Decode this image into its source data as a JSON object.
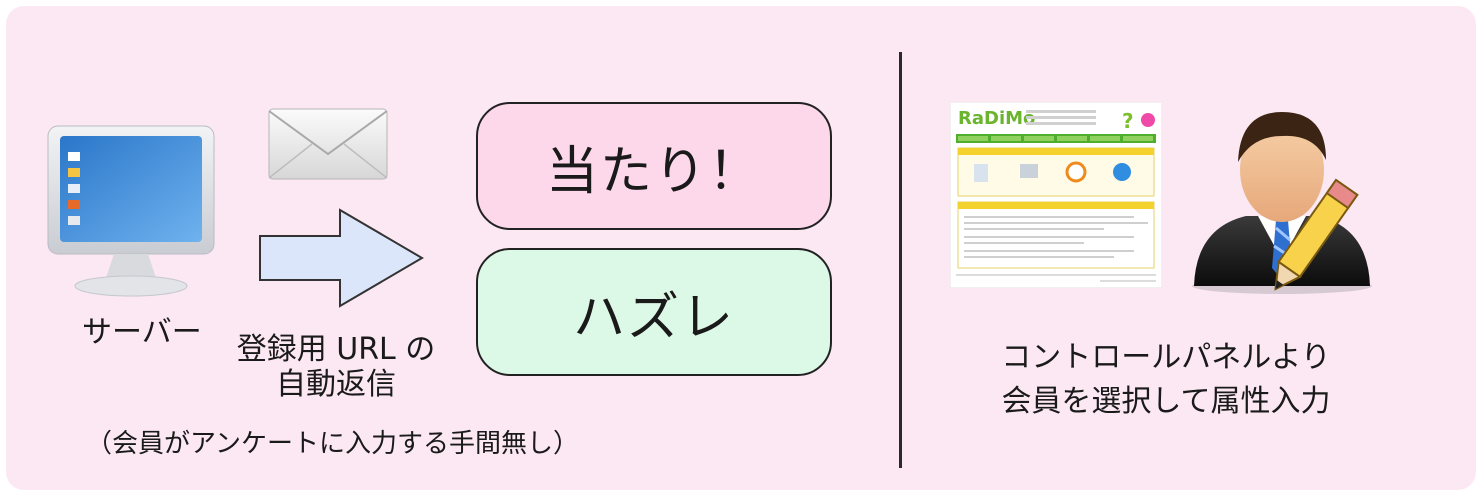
{
  "server": {
    "label": "サーバー",
    "icon": "monitor-icon"
  },
  "mail": {
    "icon": "envelope-icon",
    "label_line1": "登録用 URL の",
    "label_line2": "自動返信"
  },
  "arrow": {
    "icon": "arrow-right-icon"
  },
  "results": {
    "win": "当たり！",
    "lose": "ハズレ"
  },
  "note": "（会員がアンケートに入力する手間無し）",
  "control_panel": {
    "screenshot": {
      "logo": "RaDiMo",
      "tabs": [
        "",
        "",
        "",
        "",
        "",
        ""
      ]
    },
    "person_icon": "businessman-with-pencil-icon",
    "caption_line1": "コントロールパネルより",
    "caption_line2": "会員を選択して属性入力"
  },
  "colors": {
    "background": "#fbe8f3",
    "win_box": "#fcd8ea",
    "lose_box": "#dcf8e6",
    "arrow_fill": "#dce6fb"
  }
}
